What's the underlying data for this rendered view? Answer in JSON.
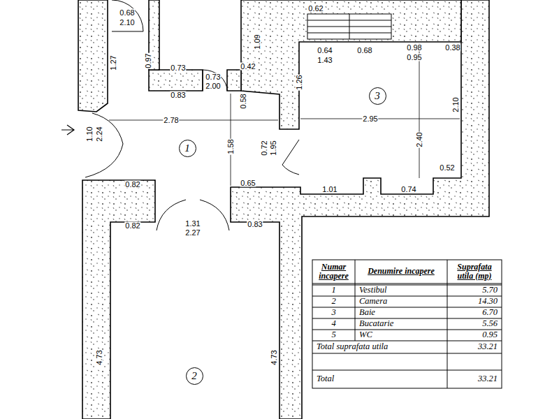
{
  "diagram": {
    "nodes": [
      {
        "text": [
          "1"
        ]
      },
      {
        "text": [
          "2"
        ]
      },
      {
        "text": [
          "3"
        ]
      }
    ],
    "labels": [
      "0.68",
      "2.10",
      "1.27",
      "0.97",
      "0.73",
      "0.73",
      "2.00",
      "0.83",
      "1.09",
      "0.42",
      "0.62",
      "0.64",
      "1.43",
      "0.68",
      "0.98",
      "0.95",
      "0.38",
      "1.26",
      "0.58",
      "2.78",
      "2.95",
      "2.10",
      "2.40",
      "1.10",
      "2.24",
      "1.58",
      "0.72",
      "1.95",
      "0.52",
      "0.82",
      "0.65",
      "1.01",
      "0.74",
      "0.82",
      "1.31",
      "2.27",
      "0.83",
      "4.73",
      "4.73",
      "Numar incapere",
      "Denumire incapere",
      "Suprafata utila (mp)",
      "1",
      "Vestibul",
      "5.70",
      "2",
      "Camera",
      "14.30",
      "3",
      "Baie",
      "6.70",
      "4",
      "Bucatarie",
      "5.56",
      "5",
      "WC",
      "0.95",
      "Total suprafata utila",
      "33.21",
      "Total",
      "33.21"
    ]
  }
}
